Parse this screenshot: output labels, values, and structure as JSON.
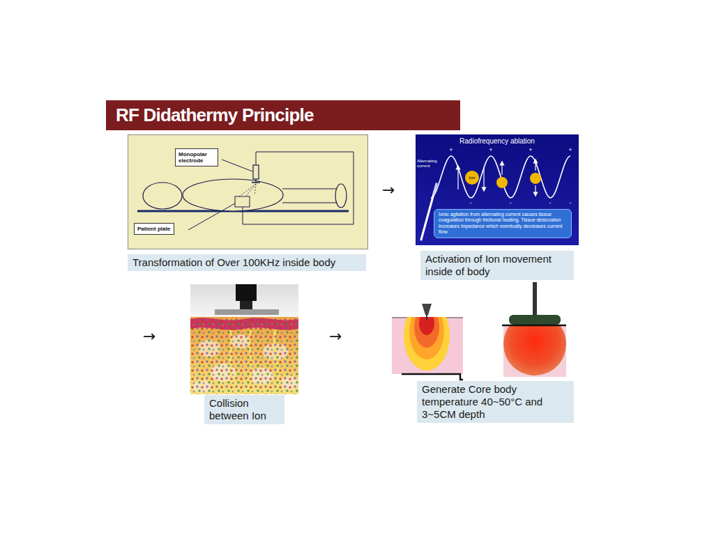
{
  "diagram": {
    "title": "RF Didathermy Principle",
    "nodes": [
      {
        "text": [
          "Monopolar electrode"
        ]
      },
      {
        "text": [
          "Patient plate"
        ]
      },
      {
        "text": [
          "Transformation of Over 100KHz inside body"
        ]
      },
      {
        "text": [
          "Ion"
        ]
      },
      {
        "text": [
          "Ionic agitation from alternating current causes tissue coagulation through frictional heating. Tissue desiccation increases impedance which eventually decreases current flow."
        ]
      },
      {
        "text": [
          "Activation of Ion movement inside of body"
        ]
      },
      {
        "text": [
          "Collision between Ion"
        ]
      },
      {
        "text": [
          "Generate Core body temperature 40~50°C and 3~5CM depth"
        ]
      }
    ],
    "labels": [
      "→",
      "Radiofrequency ablation",
      "Alternating current",
      "+",
      "+",
      "+",
      "+",
      "-",
      "-",
      "-",
      "-",
      "→",
      "→"
    ]
  }
}
